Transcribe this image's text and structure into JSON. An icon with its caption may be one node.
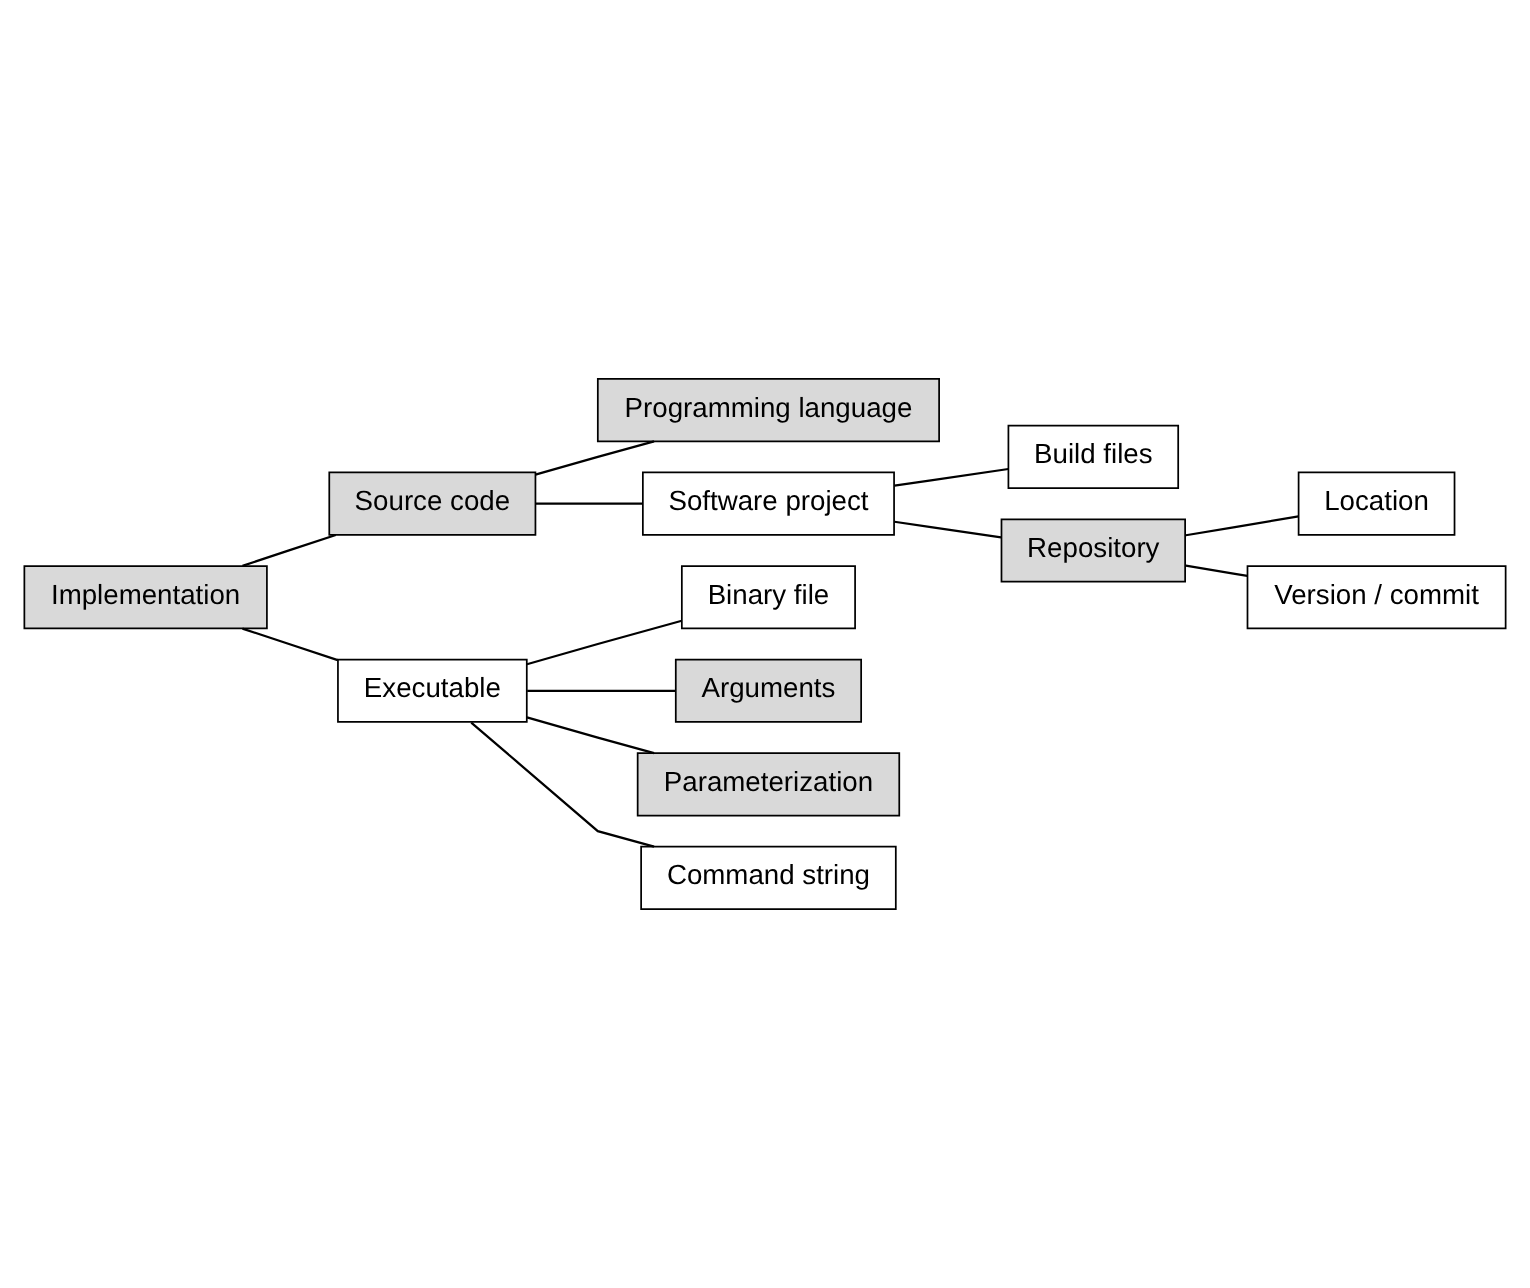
{
  "diagram": {
    "nodes": [
      {
        "text": [
          "Implementation"
        ]
      },
      {
        "text": [
          "Source code"
        ]
      },
      {
        "text": [
          "Programming language"
        ]
      },
      {
        "text": [
          "Software project"
        ]
      },
      {
        "text": [
          "Build files"
        ]
      },
      {
        "text": [
          "Repository"
        ]
      },
      {
        "text": [
          "Location"
        ]
      },
      {
        "text": [
          "Version / commit"
        ]
      },
      {
        "text": [
          "Executable"
        ]
      },
      {
        "text": [
          "Binary file"
        ]
      },
      {
        "text": [
          "Arguments"
        ]
      },
      {
        "text": [
          "Parameterization"
        ]
      },
      {
        "text": [
          "Command string"
        ]
      }
    ],
    "edges": [
      {
        "from": 0,
        "to": 1,
        "arrow": "none"
      },
      {
        "from": 0,
        "to": 8,
        "arrow": "none"
      },
      {
        "from": 1,
        "to": 2,
        "arrow": "none"
      },
      {
        "from": 1,
        "to": 3,
        "arrow": "none"
      },
      {
        "from": 3,
        "to": 4,
        "arrow": "none"
      },
      {
        "from": 3,
        "to": 5,
        "arrow": "none"
      },
      {
        "from": 5,
        "to": 6,
        "arrow": "none"
      },
      {
        "from": 5,
        "to": 7,
        "arrow": "none"
      },
      {
        "from": 8,
        "to": 9,
        "arrow": "none"
      },
      {
        "from": 8,
        "to": 10,
        "arrow": "none"
      },
      {
        "from": 8,
        "to": 11,
        "arrow": "none"
      },
      {
        "from": 8,
        "to": 12,
        "arrow": "none"
      }
    ]
  }
}
